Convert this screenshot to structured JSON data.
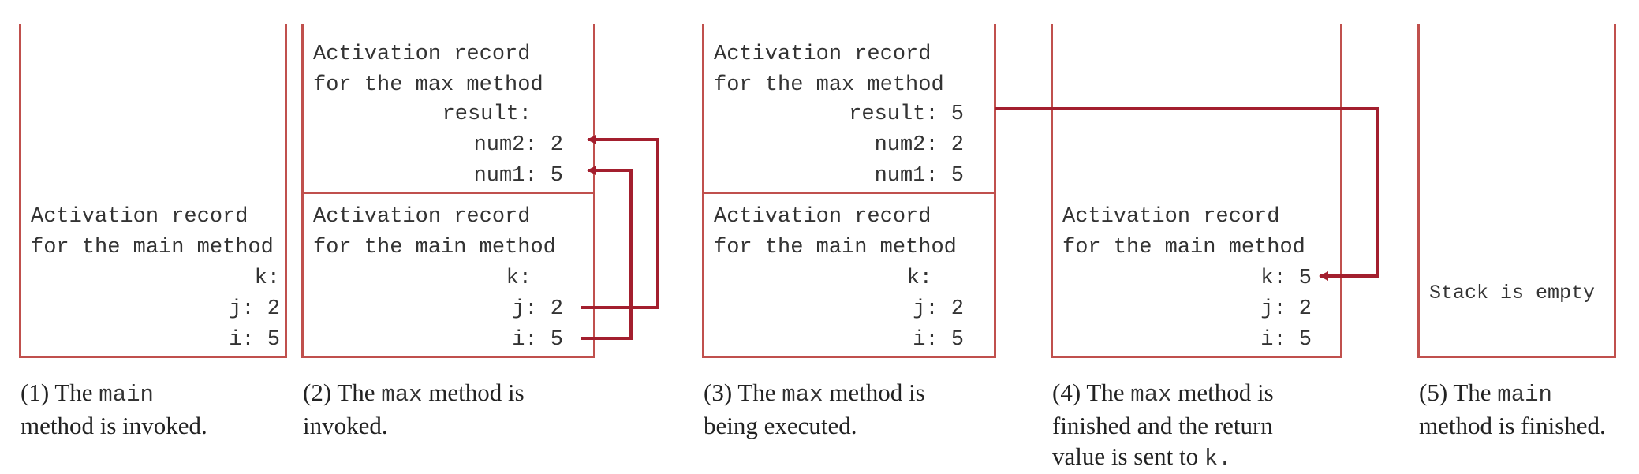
{
  "colors": {
    "stack_border": "#c0504d",
    "arrow": "#a31f2e",
    "text": "#333333"
  },
  "stages": [
    {
      "main_record": {
        "line1": "Activation record",
        "line2": "for the main method",
        "vars": [
          "k:",
          "j: 2",
          "i: 5"
        ]
      },
      "caption": {
        "prefix": "(1) The ",
        "code": "main",
        "line2": "method is invoked."
      }
    },
    {
      "max_record": {
        "line1": "Activation record",
        "line2": "for the max method",
        "vars": [
          "result:",
          "num2: 2",
          "num1: 5"
        ]
      },
      "main_record": {
        "line1": "Activation record",
        "line2": "for the main method",
        "vars": [
          "k:",
          "j: 2",
          "i: 5"
        ]
      },
      "caption": {
        "prefix": "(2) The ",
        "code": "max",
        "suffix": " method is",
        "line2": "invoked."
      }
    },
    {
      "max_record": {
        "line1": "Activation record",
        "line2": "for the max method",
        "vars": [
          "result: 5",
          "num2: 2",
          "num1: 5"
        ]
      },
      "main_record": {
        "line1": "Activation record",
        "line2": "for the main method",
        "vars": [
          "k:",
          "j: 2",
          "i: 5"
        ]
      },
      "caption": {
        "prefix": "(3) The ",
        "code": "max",
        "suffix": " method is",
        "line2": "being executed."
      }
    },
    {
      "main_record": {
        "line1": "Activation record",
        "line2": "for the main method",
        "vars": [
          "k: 5",
          "j: 2",
          "i: 5"
        ]
      },
      "caption": {
        "prefix": "(4) The ",
        "code": "max",
        "suffix": " method is",
        "line2": "finished and the return",
        "line3": "value is sent to ",
        "line3_code": "k."
      }
    },
    {
      "empty_label": "Stack is empty",
      "caption": {
        "prefix": "(5) The ",
        "code": "main",
        "line2": "method is finished."
      }
    }
  ]
}
